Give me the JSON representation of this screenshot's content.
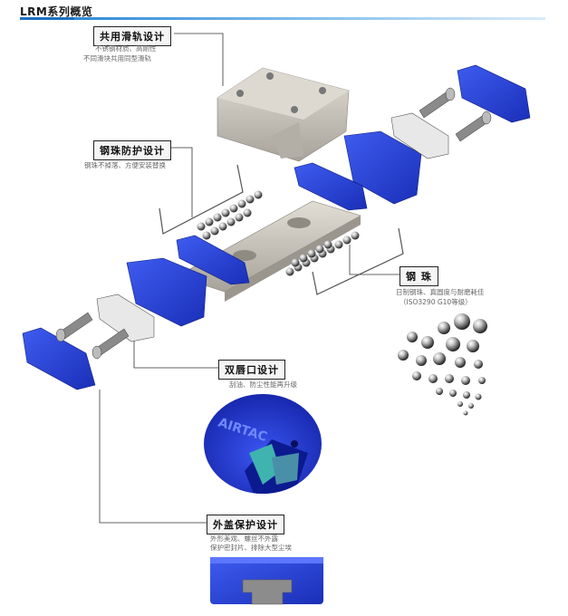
{
  "header": {
    "title": "LRM系列概览"
  },
  "callouts": {
    "rail_design": {
      "title": "共用滑轨设计",
      "lines": [
        "不锈钢材质、高刚性",
        "不同滑块共用同型滑轨"
      ]
    },
    "ball_retainer": {
      "title": "钢珠防护设计",
      "lines": [
        "钢珠不掉落、方便安装替换"
      ]
    },
    "steel_ball": {
      "title": "钢  珠",
      "lines": [
        "日制钢珠、真圆度与耐磨耗佳",
        "（ISO3290 G10等级）"
      ]
    },
    "double_lip": {
      "title": "双唇口设计",
      "lines": [
        "刮油、防尘性能再升级"
      ]
    },
    "cover": {
      "title": "外盖保护设计",
      "lines": [
        "外形美观、螺丝不外露",
        "保护密封片、排除大型尘埃"
      ]
    }
  },
  "inset": {
    "brand_text": "AIRTAC"
  },
  "colors": {
    "accent_blue": "#1e3fd8",
    "header_blue": "#1e7fd0",
    "metal_gray": "#c8c4bc"
  }
}
